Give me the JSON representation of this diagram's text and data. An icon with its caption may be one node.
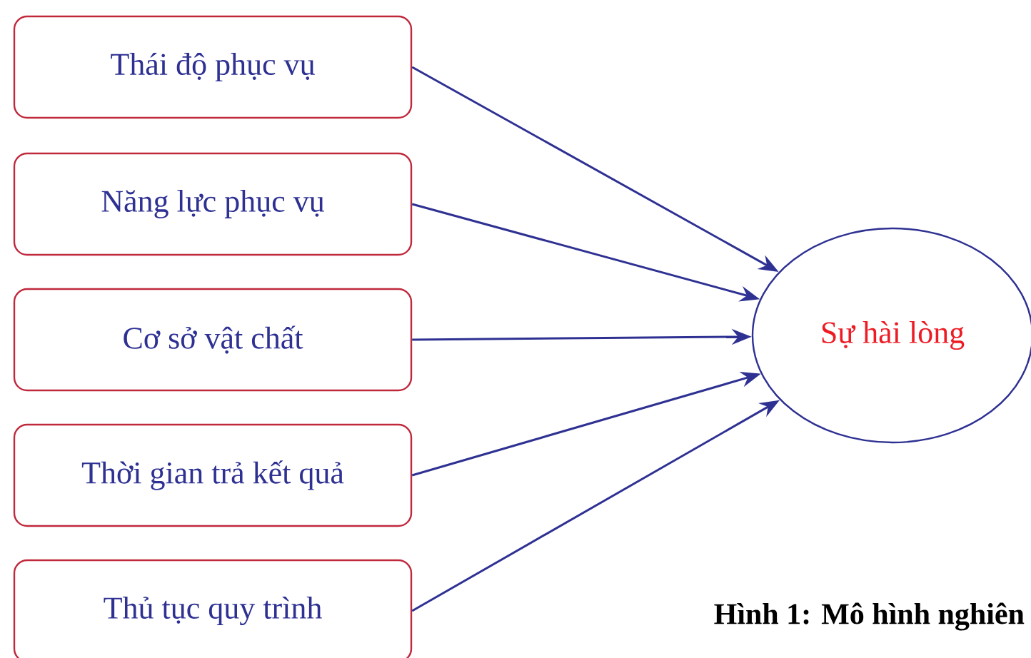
{
  "diagram": {
    "caption": "Hình 1: Mô hình nghiên",
    "nodes": [
      {
        "text": [
          "Thái độ phục vụ"
        ]
      },
      {
        "text": [
          "Năng lực phục vụ"
        ]
      },
      {
        "text": [
          "Cơ sở vật chất"
        ]
      },
      {
        "text": [
          "Thời gian trả kết quả"
        ]
      },
      {
        "text": [
          "Thủ tục quy trình"
        ]
      },
      {
        "text": [
          "Sự hài lòng"
        ]
      }
    ],
    "edges": [
      {
        "from": 0,
        "to": 5,
        "arrow": "to"
      },
      {
        "from": 1,
        "to": 5,
        "arrow": "to"
      },
      {
        "from": 2,
        "to": 5,
        "arrow": "to"
      },
      {
        "from": 3,
        "to": 5,
        "arrow": "to"
      },
      {
        "from": 4,
        "to": 5,
        "arrow": "to"
      }
    ]
  }
}
